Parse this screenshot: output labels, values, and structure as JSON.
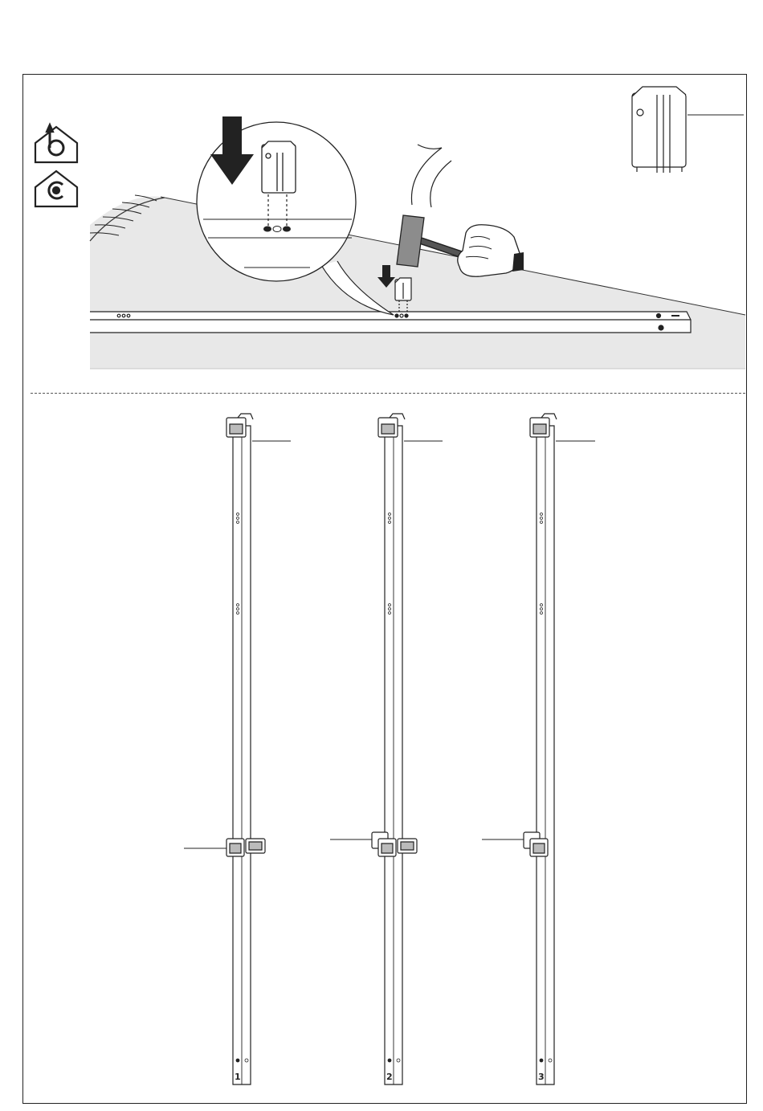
{
  "posts": [
    {
      "number": "1"
    },
    {
      "number": "2"
    },
    {
      "number": "3"
    }
  ],
  "icons": [
    "house-fan-b-icon",
    "house-fan-c-icon"
  ],
  "colors": {
    "line": "#222222",
    "ground": "#e8e8e8",
    "hammer_head": "#8c8c8c"
  }
}
